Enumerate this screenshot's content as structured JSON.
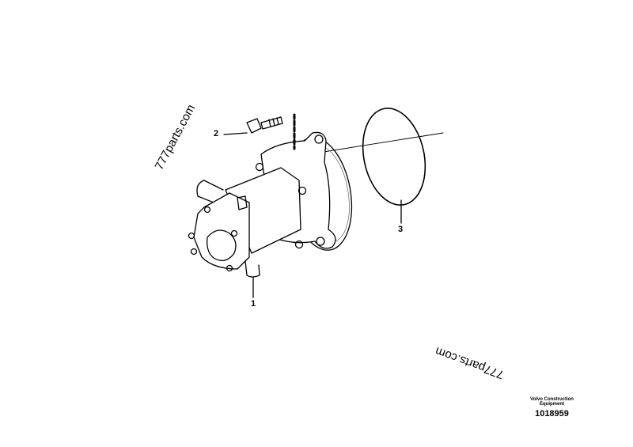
{
  "diagram": {
    "type": "exploded parts diagram",
    "subject": "Hydraulic pump assembly",
    "callouts": [
      {
        "id": "1",
        "label": "1",
        "part": "pump"
      },
      {
        "id": "2",
        "label": "2",
        "part": "flange screw"
      },
      {
        "id": "3",
        "label": "3",
        "part": "O-ring"
      }
    ]
  },
  "watermarks": [
    "777parts.com",
    "777parts.com"
  ],
  "footer": {
    "brand_line1": "Volvo Construction",
    "brand_line2": "Equipment",
    "drawing_number": "1018959"
  }
}
